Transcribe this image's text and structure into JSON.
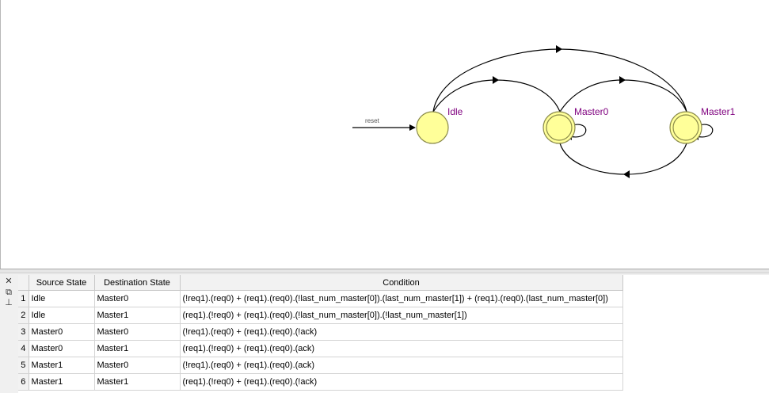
{
  "diagram": {
    "input_label": "reset",
    "states": [
      {
        "name": "Idle",
        "accepting": false
      },
      {
        "name": "Master0",
        "accepting": true
      },
      {
        "name": "Master1",
        "accepting": true
      }
    ],
    "colors": {
      "state_fill": "#ffff99",
      "state_stroke": "#8a8a4a",
      "label": "#7f007f",
      "edge": "#000000"
    }
  },
  "toolbar": {
    "close_icon": "✕",
    "restore_icon": "⧉",
    "pin_icon": "⊥"
  },
  "table": {
    "headers": [
      "",
      "Source State",
      "Destination State",
      "Condition"
    ],
    "rows": [
      {
        "num": "1",
        "source": "Idle",
        "dest": "Master0",
        "condition": "(!req1).(req0) + (req1).(req0).(!last_num_master[0]).(last_num_master[1]) + (req1).(req0).(last_num_master[0])"
      },
      {
        "num": "2",
        "source": "Idle",
        "dest": "Master1",
        "condition": "(req1).(!req0) + (req1).(req0).(!last_num_master[0]).(!last_num_master[1])"
      },
      {
        "num": "3",
        "source": "Master0",
        "dest": "Master0",
        "condition": "(!req1).(req0) + (req1).(req0).(!ack)"
      },
      {
        "num": "4",
        "source": "Master0",
        "dest": "Master1",
        "condition": "(req1).(!req0) + (req1).(req0).(ack)"
      },
      {
        "num": "5",
        "source": "Master1",
        "dest": "Master0",
        "condition": "(!req1).(req0) + (req1).(req0).(ack)"
      },
      {
        "num": "6",
        "source": "Master1",
        "dest": "Master1",
        "condition": "(req1).(!req0) + (req1).(req0).(!ack)"
      }
    ]
  }
}
